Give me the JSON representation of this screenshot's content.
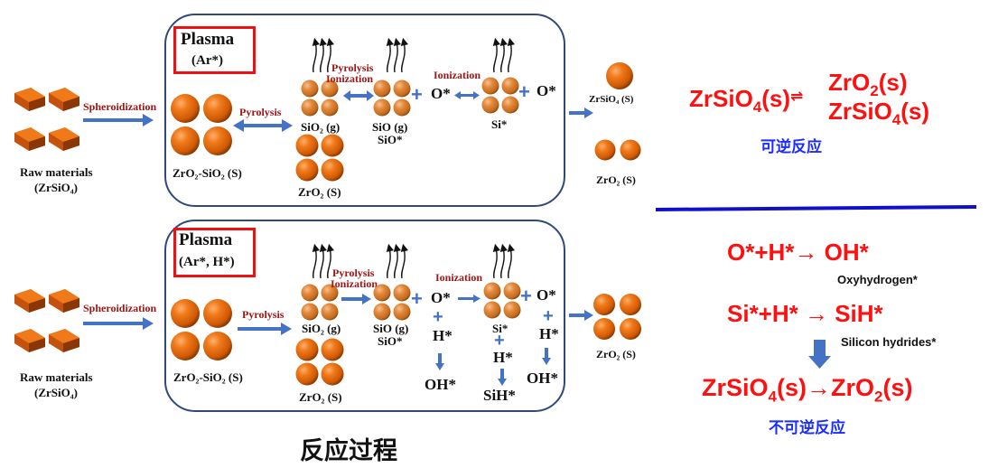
{
  "colors": {
    "box_border": "#2f4a7a",
    "plasma_border": "#ee1111",
    "arrow_blue": "#4472c4",
    "process_label": "#a01515",
    "equation_red": "#ff1010",
    "chinese_blue": "#1a2cff",
    "divider_blue": "#1010c8",
    "sphere_orange": "#e8680e"
  },
  "icons": {
    "crystal": "crystal-icon",
    "sphere": "sphere-icon",
    "gas_wave": "gas-release-icon",
    "arrow": "arrow-icon",
    "plus": "plus-icon"
  },
  "top": {
    "raw_label": "Raw materials",
    "raw_formula": "(ZrSiO₄)",
    "spheroidization": "Spheroidization",
    "plasma_title": "Plasma",
    "plasma_species": "(Ar*)",
    "mixed_label": "ZrO₂-SiO₂ (S)",
    "pyrolysis": "Pyrolysis",
    "sio2_g": "SiO₂ (g)",
    "zro2_s": "ZrO₂ (S)",
    "pyrolysis2": "Pyrolysis",
    "ionization2": "Ionization",
    "sio_g": "SiO (g)",
    "sio_star": "SiO*",
    "o_star_1": "O*",
    "ionization": "Ionization",
    "si_star": "Si*",
    "o_star_2": "O*",
    "product_zrsio4": "ZrSiO₄ (S)",
    "product_zro2": "ZrO₂ (S)"
  },
  "bottom": {
    "raw_label": "Raw materials",
    "raw_formula": "(ZrSiO₄)",
    "spheroidization": "Spheroidization",
    "plasma_title": "Plasma",
    "plasma_species": "(Ar*, H*)",
    "mixed_label": "ZrO₂-SiO₂ (S)",
    "pyrolysis": "Pyrolysis",
    "sio2_g": "SiO₂ (g)",
    "zro2_s": "ZrO₂ (S)",
    "pyrolysis2": "Pyrolysis",
    "ionization2": "Ionization",
    "sio_g": "SiO (g)",
    "sio_star": "SiO*",
    "o_star_1": "O*",
    "h_star_1": "H*",
    "oh_star_1": "OH*",
    "ionization": "Ionization",
    "si_star": "Si*",
    "h_star_2": "H*",
    "sih_star": "SiH*",
    "o_star_2": "O*",
    "h_star_3": "H*",
    "oh_star_2": "OH*",
    "product_zro2": "ZrO₂ (S)"
  },
  "right_top": {
    "eq_left": "ZrSiO",
    "eq_left_sub": "4",
    "eq_left_state": "(s)",
    "eq_arrow": "⇌",
    "eq_prod1": "ZrO",
    "eq_prod1_sub": "2",
    "eq_prod1_state": "(s)",
    "eq_prod2": "ZrSiO",
    "eq_prod2_sub": "4",
    "eq_prod2_state": "(s)",
    "caption": "可逆反应"
  },
  "right_bottom": {
    "eq1": "O*+H*→ OH*",
    "eq1_note": "Oxyhydrogen*",
    "eq2": "Si*+H* → SiH*",
    "eq2_note": "Silicon hydrides*",
    "eq3_left": "ZrSiO",
    "eq3_left_sub": "4",
    "eq3_left_state": "(s)→ZrO",
    "eq3_right_sub": "2",
    "eq3_right_state": "(s)",
    "caption": "不可逆反应"
  },
  "footer": {
    "title": "反应过程"
  }
}
